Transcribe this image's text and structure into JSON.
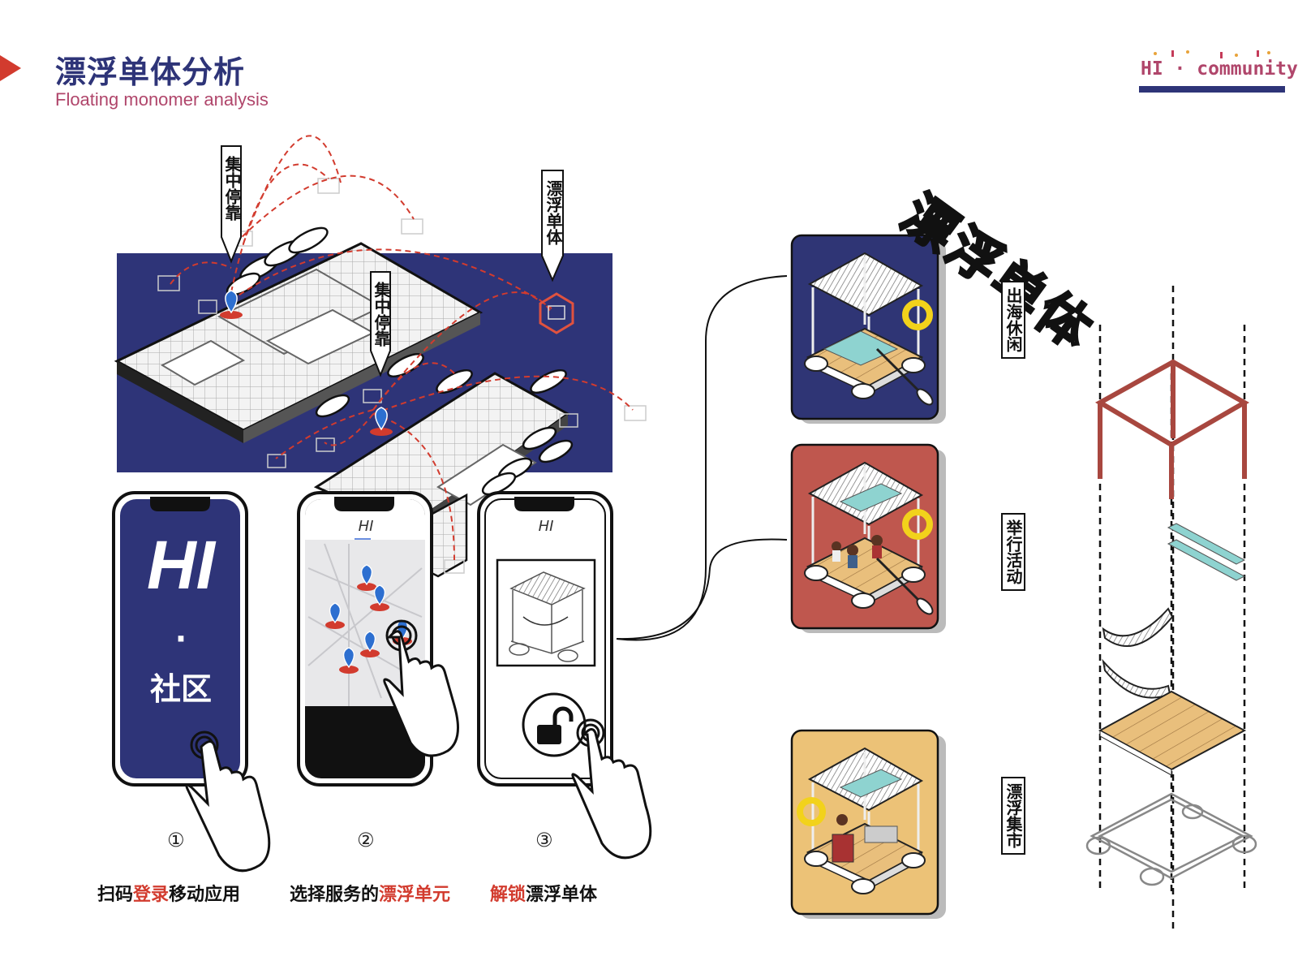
{
  "header": {
    "title_cn": "漂浮单体分析",
    "title_en": "Floating monomer analysis",
    "logo_text": "HI · community"
  },
  "map_pins": {
    "pin_1": "集中停靠",
    "pin_2": "集中停靠",
    "pin_3": "漂浮单体"
  },
  "phones": {
    "phone_1": {
      "brand": "HI",
      "dot": "·",
      "sub": "社区"
    },
    "phone_2": {
      "app_title": "HI"
    },
    "phone_3": {
      "app_title": "HI"
    }
  },
  "steps": [
    {
      "num": "①",
      "pre": "扫码",
      "hl": "登录",
      "post": "移动应用"
    },
    {
      "num": "②",
      "pre": "选择服务的",
      "hl": "漂浮单元",
      "post": ""
    },
    {
      "num": "③",
      "pre": "",
      "hl": "解锁",
      "post": "漂浮单体"
    }
  ],
  "big_title": "漂浮单体",
  "modes": [
    {
      "label": "出海休闲",
      "color": "#2f3575"
    },
    {
      "label": "举行活动",
      "color": "#bf574e"
    },
    {
      "label": "漂浮集市",
      "color": "#ecc277"
    }
  ],
  "colors": {
    "navy": "#2e3478",
    "red": "#d23b2e",
    "frame": "#a8473f",
    "teal": "#8ed3d0",
    "wood": "#e9bf7c"
  },
  "icons": [
    "play-triangle-icon",
    "map-pin-icon",
    "hand-tap-icon",
    "unlock-icon",
    "lifebuoy-icon",
    "paddle-icon",
    "hammock-icon"
  ]
}
